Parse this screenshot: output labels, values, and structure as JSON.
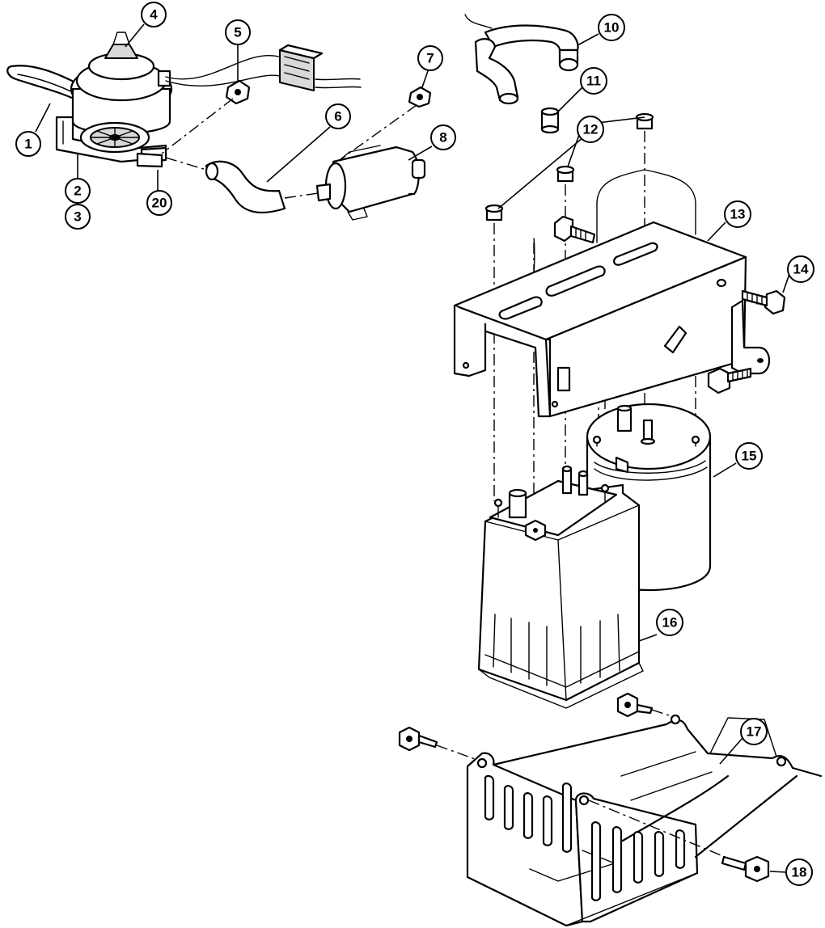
{
  "callouts": {
    "c1": "1",
    "c2": "2",
    "c3": "3",
    "c4": "4",
    "c5": "5",
    "c6": "6",
    "c7": "7",
    "c8": "8",
    "c10": "10",
    "c11": "11",
    "c12": "12",
    "c13": "13",
    "c14": "14",
    "c15": "15",
    "c16": "16",
    "c17": "17",
    "c18": "18",
    "c20": "20"
  }
}
